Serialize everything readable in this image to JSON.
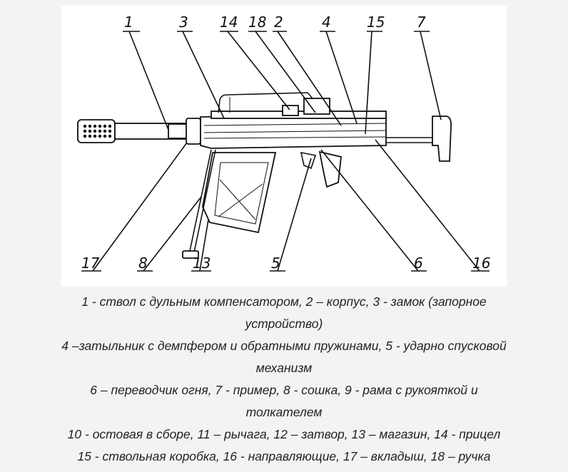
{
  "diagram": {
    "callouts": [
      "1",
      "3",
      "14",
      "18",
      "2",
      "4",
      "15",
      "7",
      "17",
      "8",
      "13",
      "5",
      "6",
      "16"
    ]
  },
  "caption": {
    "lines": [
      "1 - ствол с дульным компенсатором, 2 – корпус, 3 - замок (запорное",
      "устройство)",
      "4 –затыльник с демпфером и обратными пружинами, 5 - ударно спусковой",
      "механизм",
      "6 – переводчик огня, 7 - пример, 8 - сошка, 9 - рама с рукояткой и",
      "толкателем",
      "10 - остовая в сборе, 11 – рычага, 12 – затвор, 13 – магазин, 14 - прицел",
      "15 - ствольная коробка, 16 - направляющие, 17 – вкладыш, 18 – ручка"
    ]
  }
}
